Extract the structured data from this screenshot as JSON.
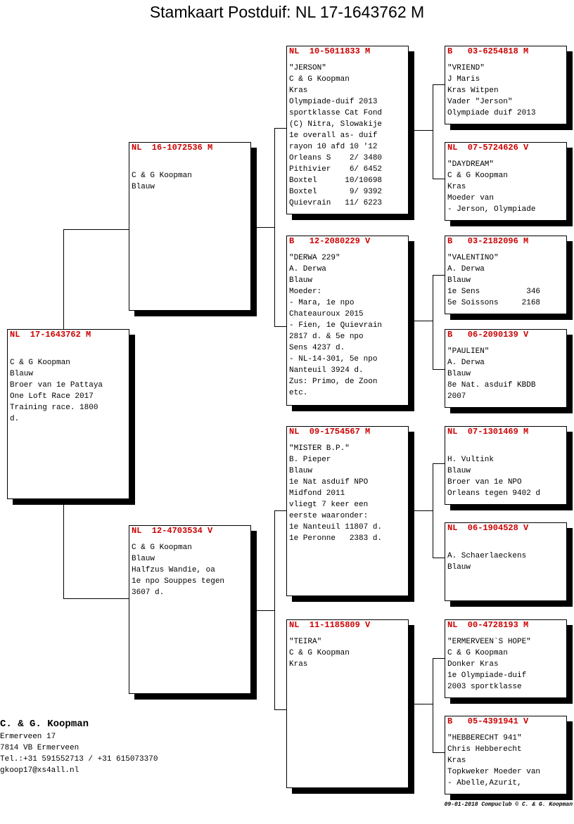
{
  "title": "Stamkaart Postduif: NL  17-1643762 M",
  "owner": {
    "name": "C. & G. Koopman",
    "lines": [
      "Ermerveen 17",
      "7814 VB  Ermerveen",
      "Tel.:+31 591552713 / +31 615073370",
      "gkoop17@xs4all.nl"
    ]
  },
  "footer": "09-01-2018   Compuclub © C. & G. Koopman",
  "pigeons": {
    "self": {
      "ring": "NL  17-1643762 M",
      "lines": [
        "",
        "C & G Koopman",
        "Blauw",
        "Broer van 1e Pattaya",
        "One Loft Race 2017",
        "Training race. 1800",
        "d."
      ]
    },
    "father": {
      "ring": "NL  16-1072536 M",
      "lines": [
        "",
        "C & G Koopman",
        "Blauw"
      ]
    },
    "mother": {
      "ring": "NL  12-4703534 V",
      "lines": [
        "C & G Koopman",
        "Blauw",
        "Halfzus Wandie, oa",
        "1e npo Souppes tegen",
        "3607 d."
      ]
    },
    "ff": {
      "ring": "NL  10-5011833 M",
      "lines": [
        "\"JERSON\"",
        "C & G Koopman",
        "Kras",
        "Olympiade-duif 2013",
        "sportklasse Cat Fond",
        "(C) Nitra, Slowakije",
        "1e overall as- duif",
        "rayon 10 afd 10 '12",
        "Orleans S    2/ 3480",
        "Pithivier    6/ 6452",
        "Boxtel      10/10698",
        "Boxtel       9/ 9392",
        "Quievrain   11/ 6223"
      ]
    },
    "fm": {
      "ring": "B   12-2080229 V",
      "lines": [
        "\"DERWA 229\"",
        "A. Derwa",
        "Blauw",
        "Moeder:",
        "- Mara, 1e npo",
        "Chateauroux 2015",
        "- Fien, 1e Quievrain",
        "2817 d. & 5e npo",
        "Sens 4237 d.",
        "- NL-14-301, 5e npo",
        "Nanteuil 3924 d.",
        "Zus: Primo, de Zoon",
        "etc."
      ]
    },
    "mf": {
      "ring": "NL  09-1754567 M",
      "lines": [
        "\"MISTER B.P.\"",
        "B. Pieper",
        "Blauw",
        "1e Nat asduif NPO",
        "Midfond 2011",
        "vliegt 7 keer een",
        "eerste waaronder:",
        "1e Nanteuil 11807 d.",
        "1e Peronne   2383 d."
      ]
    },
    "mm": {
      "ring": "NL  11-1185809 V",
      "lines": [
        "\"TEIRA\"",
        "C & G Koopman",
        "Kras"
      ]
    },
    "fff": {
      "ring": "B   03-6254818 M",
      "lines": [
        "\"VRIEND\"",
        "J Maris",
        "Kras Witpen",
        "Vader \"Jerson\"",
        "Olympiade duif 2013"
      ]
    },
    "ffm": {
      "ring": "NL  07-5724626 V",
      "lines": [
        "\"DAYDREAM\"",
        "C & G Koopman",
        "Kras",
        "Moeder van",
        "- Jerson, Olympiade"
      ]
    },
    "fmf": {
      "ring": "B   03-2182096 M",
      "lines": [
        "\"VALENTINO\"",
        "A. Derwa",
        "Blauw",
        "1e Sens          346",
        "5e Soissons     2168"
      ]
    },
    "fmm": {
      "ring": "B   06-2090139 V",
      "lines": [
        "\"PAULIEN\"",
        "A. Derwa",
        "Blauw",
        "8e Nat. asduif KBDB",
        "2007"
      ]
    },
    "mff": {
      "ring": "NL  07-1301469 M",
      "lines": [
        "",
        "H. Vultink",
        "Blauw",
        "Broer van 1e NPO",
        "Orleans tegen 9402 d"
      ]
    },
    "mfm": {
      "ring": "NL  06-1904528 V",
      "lines": [
        "",
        "A. Schaerlaeckens",
        "Blauw"
      ]
    },
    "mmf": {
      "ring": "NL  00-4728193 M",
      "lines": [
        "\"ERMERVEEN`S HOPE\"",
        "C & G Koopman",
        "Donker Kras",
        "1e Olympiade-duif",
        "2003 sportklasse"
      ]
    },
    "mmm": {
      "ring": "B   05-4391941 V",
      "lines": [
        "\"HEBBERECHT 941\"",
        "Chris Hebberecht",
        "Kras",
        "Topkweker Moeder van",
        "- Abelle,Azurit,"
      ]
    }
  }
}
